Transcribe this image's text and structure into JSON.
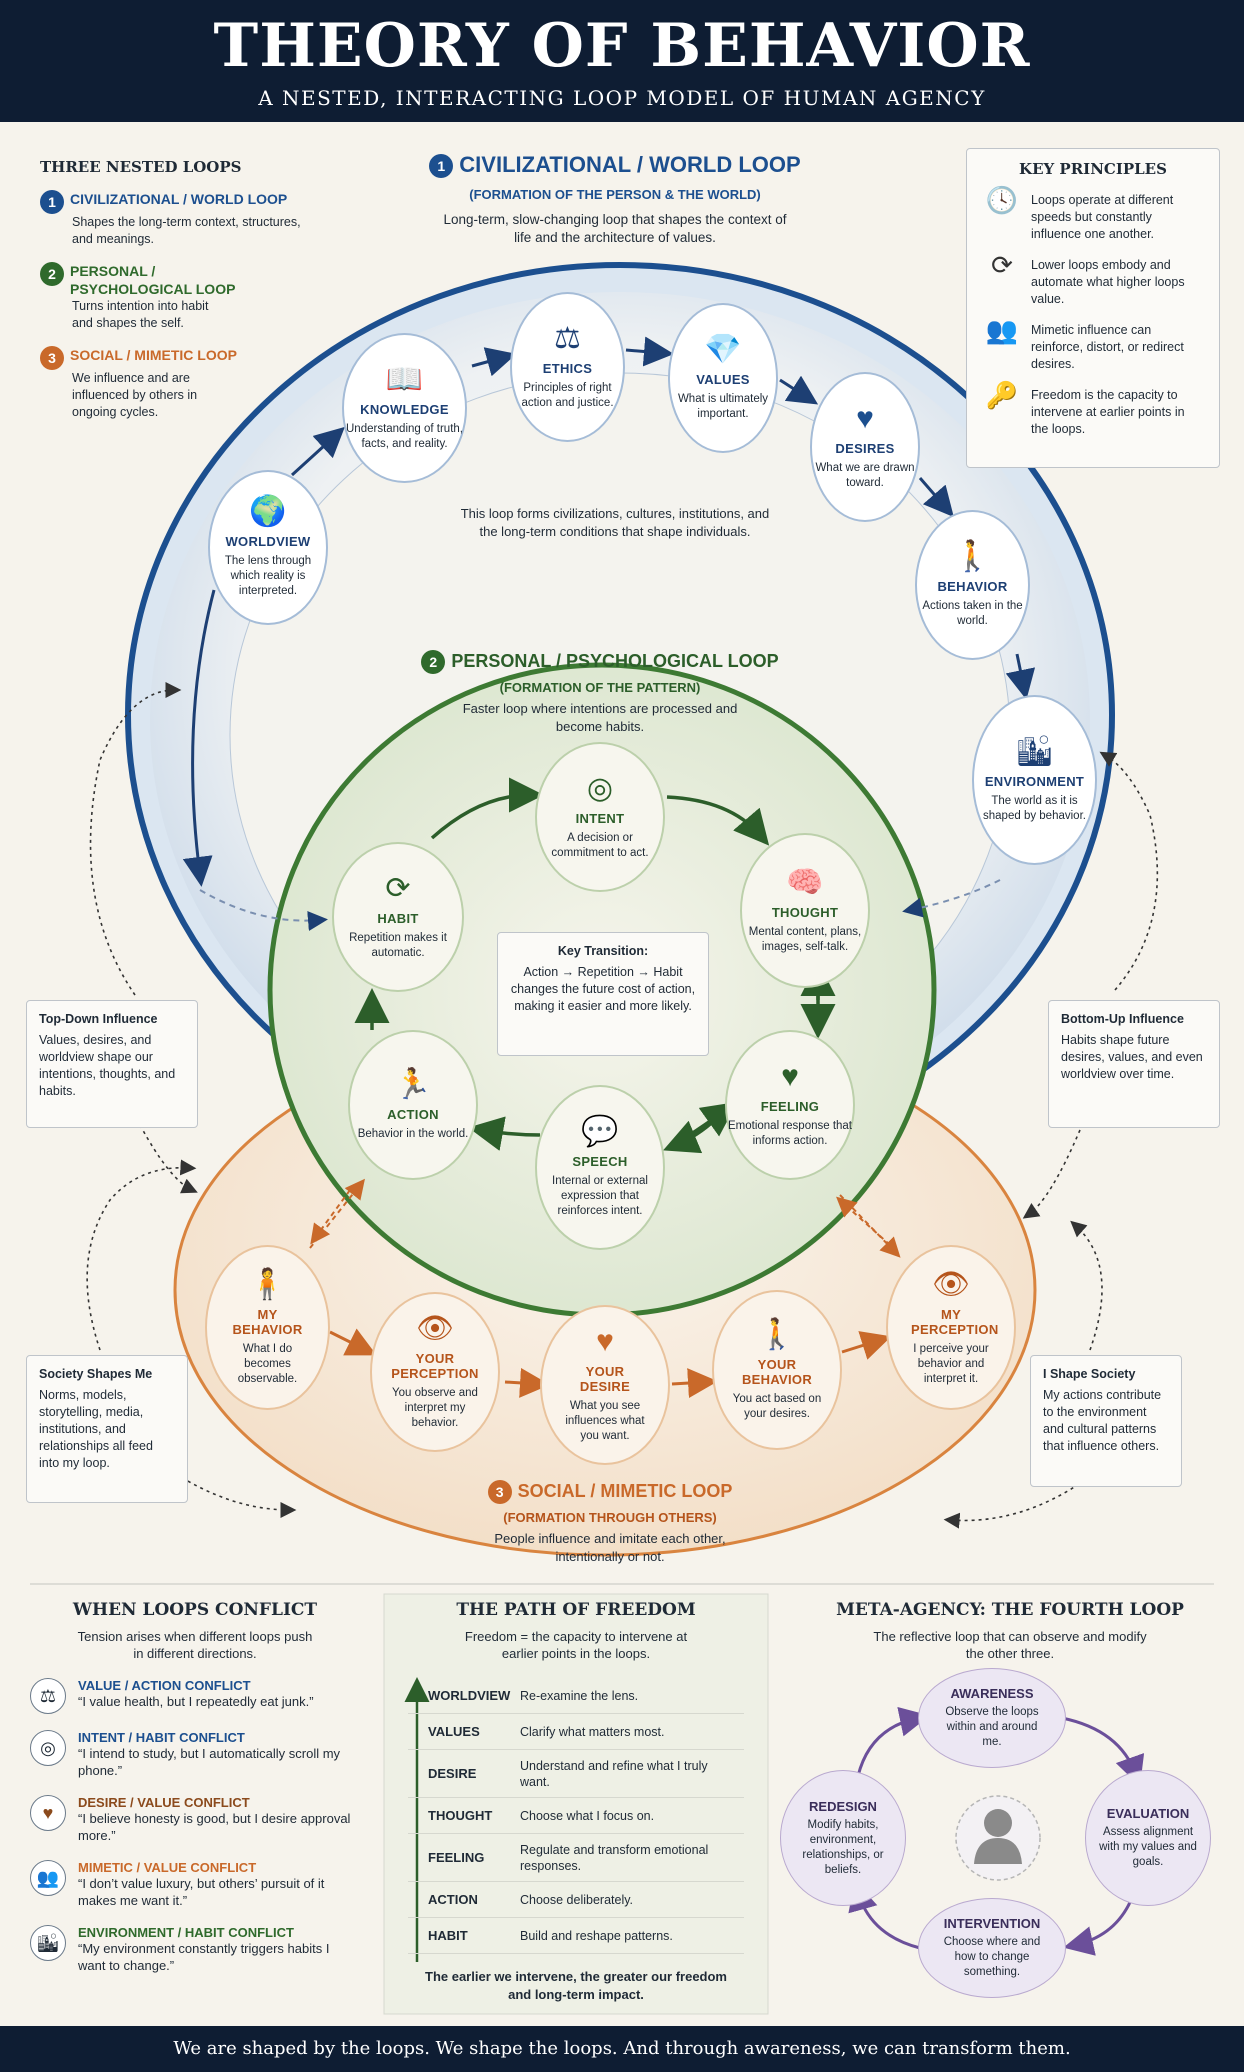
{
  "header": {
    "title": "THEORY OF BEHAVIOR",
    "subtitle": "A NESTED, INTERACTING LOOP MODEL OF HUMAN AGENCY"
  },
  "three_loops": {
    "heading": "THREE NESTED LOOPS",
    "items": [
      {
        "num": "1",
        "title": "CIVILIZATIONAL / WORLD LOOP",
        "desc": "Shapes the long-term context, structures, and meanings."
      },
      {
        "num": "2",
        "title": "PERSONAL / PSYCHOLOGICAL LOOP",
        "desc": "Turns intention into habit and shapes the self."
      },
      {
        "num": "3",
        "title": "SOCIAL / MIMETIC LOOP",
        "desc": "We influence and are influenced by others in ongoing cycles."
      }
    ]
  },
  "world_loop": {
    "num": "1",
    "title": "CIVILIZATIONAL / WORLD LOOP",
    "subtitle": "(FORMATION OF THE PERSON & THE WORLD)",
    "desc": "Long-term, slow-changing loop that shapes the context of life and the architecture of values.",
    "inner_note": "This loop forms civilizations, cultures, institutions, and the long-term conditions that shape individuals.",
    "nodes": [
      {
        "icon": "globe-icon",
        "glyph": "🌍",
        "title": "WORLDVIEW",
        "desc": "The lens through which reality is interpreted."
      },
      {
        "icon": "book-icon",
        "glyph": "📖",
        "title": "KNOWLEDGE",
        "desc": "Understanding of truth, facts, and reality."
      },
      {
        "icon": "scales-icon",
        "glyph": "⚖",
        "title": "ETHICS",
        "desc": "Principles of right action and justice."
      },
      {
        "icon": "diamond-icon",
        "glyph": "💎",
        "title": "VALUES",
        "desc": "What is ultimately important."
      },
      {
        "icon": "heart-icon",
        "glyph": "♥",
        "title": "DESIRES",
        "desc": "What we are drawn toward."
      },
      {
        "icon": "walking-person-icon",
        "glyph": "🚶",
        "title": "BEHAVIOR",
        "desc": "Actions taken in the world."
      },
      {
        "icon": "city-icon",
        "glyph": "🏙",
        "title": "ENVIRONMENT",
        "desc": "The world as it is shaped by behavior."
      }
    ]
  },
  "personal_loop": {
    "num": "2",
    "title": "PERSONAL / PSYCHOLOGICAL LOOP",
    "subtitle": "(FORMATION OF THE PATTERN)",
    "desc": "Faster loop where intentions are processed and become habits.",
    "nodes": [
      {
        "icon": "target-icon",
        "glyph": "◎",
        "title": "INTENT",
        "desc": "A decision or commitment to act."
      },
      {
        "icon": "brain-icon",
        "glyph": "🧠",
        "title": "THOUGHT",
        "desc": "Mental content, plans, images, self-talk."
      },
      {
        "icon": "heart-icon",
        "glyph": "♥",
        "title": "FEELING",
        "desc": "Emotional response that informs action."
      },
      {
        "icon": "speech-bubble-icon",
        "glyph": "💬",
        "title": "SPEECH",
        "desc": "Internal or external expression that reinforces intent."
      },
      {
        "icon": "running-person-icon",
        "glyph": "🏃",
        "title": "ACTION",
        "desc": "Behavior in the world."
      },
      {
        "icon": "cycle-arrows-icon",
        "glyph": "⟳",
        "title": "HABIT",
        "desc": "Repetition makes it automatic."
      }
    ],
    "key_transition": {
      "title": "Key Transition:",
      "text": "Action → Repetition → Habit changes the future cost of action, making it easier and more likely."
    }
  },
  "social_loop": {
    "num": "3",
    "title": "SOCIAL / MIMETIC LOOP",
    "subtitle": "(FORMATION THROUGH OTHERS)",
    "desc": "People influence and imitate each other, intentionally or not.",
    "nodes": [
      {
        "icon": "person-icon",
        "glyph": "🧍",
        "title": "MY BEHAVIOR",
        "desc": "What I do becomes observable."
      },
      {
        "icon": "eye-icon",
        "glyph": "👁",
        "title": "YOUR PERCEPTION",
        "desc": "You observe and interpret my behavior."
      },
      {
        "icon": "heart-icon",
        "glyph": "♥",
        "title": "YOUR DESIRE",
        "desc": "What you see influences what you want."
      },
      {
        "icon": "walking-person-icon",
        "glyph": "🚶",
        "title": "YOUR BEHAVIOR",
        "desc": "You act based on your desires."
      },
      {
        "icon": "eye-icon",
        "glyph": "👁",
        "title": "MY PERCEPTION",
        "desc": "I perceive your behavior and interpret it."
      }
    ]
  },
  "influences": {
    "top_down": {
      "title": "Top-Down Influence",
      "text": "Values, desires, and worldview shape our intentions, thoughts, and habits."
    },
    "bottom_up": {
      "title": "Bottom-Up Influence",
      "text": "Habits shape future desires, values, and even worldview over time."
    },
    "society_shapes_me": {
      "title": "Society Shapes Me",
      "text": "Norms, models, storytelling, media, institutions, and relationships all feed into my loop."
    },
    "i_shape_society": {
      "title": "I Shape Society",
      "text": "My actions contribute to the environment and cultural patterns that influence others."
    }
  },
  "key_principles": {
    "heading": "KEY PRINCIPLES",
    "items": [
      {
        "icon": "clock-icon",
        "glyph": "🕓",
        "text": "Loops operate at different speeds but constantly influence one another."
      },
      {
        "icon": "refresh-icon",
        "glyph": "⟳",
        "text": "Lower loops embody and automate what higher loops value."
      },
      {
        "icon": "people-icon",
        "glyph": "👥",
        "text": "Mimetic influence can reinforce, distort, or redirect desires."
      },
      {
        "icon": "key-icon",
        "glyph": "🔑",
        "text": "Freedom is the capacity to intervene at earlier points in the loops."
      }
    ]
  },
  "conflicts": {
    "heading": "WHEN LOOPS CONFLICT",
    "desc": "Tension arises when different loops push in different directions.",
    "items": [
      {
        "icon": "scales-icon",
        "glyph": "⚖",
        "title": "VALUE / ACTION CONFLICT",
        "quote": "“I value health, but I repeatedly eat junk.”"
      },
      {
        "icon": "target-icon",
        "glyph": "◎",
        "title": "INTENT / HABIT CONFLICT",
        "quote": "“I intend to study, but I automatically scroll my phone.”"
      },
      {
        "icon": "heart-icon",
        "glyph": "♥",
        "title": "DESIRE / VALUE CONFLICT",
        "quote": "“I believe honesty is good, but I desire approval more.”"
      },
      {
        "icon": "people-icon",
        "glyph": "👥",
        "title": "MIMETIC / VALUE CONFLICT",
        "quote": "“I don’t value luxury, but others’ pursuit of it makes me want it.”"
      },
      {
        "icon": "city-icon",
        "glyph": "🏙",
        "title": "ENVIRONMENT / HABIT CONFLICT",
        "quote": "“My environment constantly triggers habits I want to change.”"
      }
    ]
  },
  "freedom": {
    "heading": "THE PATH OF FREEDOM",
    "desc": "Freedom = the capacity to intervene at earlier points in the loops.",
    "rows": [
      {
        "k": "WORLDVIEW",
        "v": "Re-examine the lens."
      },
      {
        "k": "VALUES",
        "v": "Clarify what matters most."
      },
      {
        "k": "DESIRE",
        "v": "Understand and refine what I truly want."
      },
      {
        "k": "THOUGHT",
        "v": "Choose what I focus on."
      },
      {
        "k": "FEELING",
        "v": "Regulate and transform emotional responses."
      },
      {
        "k": "ACTION",
        "v": "Choose deliberately."
      },
      {
        "k": "HABIT",
        "v": "Build and reshape patterns."
      }
    ],
    "footer": "The earlier we intervene, the greater our freedom and long-term impact."
  },
  "meta": {
    "heading": "META-AGENCY: THE FOURTH LOOP",
    "desc": "The reflective loop that can observe and modify the other three.",
    "nodes": [
      {
        "title": "AWARENESS",
        "desc": "Observe the loops within and around me."
      },
      {
        "title": "EVALUATION",
        "desc": "Assess alignment with my values and goals."
      },
      {
        "title": "INTERVENTION",
        "desc": "Choose where and how to change something."
      },
      {
        "title": "REDESIGN",
        "desc": "Modify habits, environment, relationships, or beliefs."
      }
    ]
  },
  "footer": {
    "text": "We are shaped by the loops. We shape the loops. And through awareness, we can transform them."
  },
  "colors": {
    "navy": "#0e1d33",
    "blue": "#1c4f8f",
    "green": "#2f6a2c",
    "orange": "#c9692a",
    "purple": "#6b4f9a"
  }
}
